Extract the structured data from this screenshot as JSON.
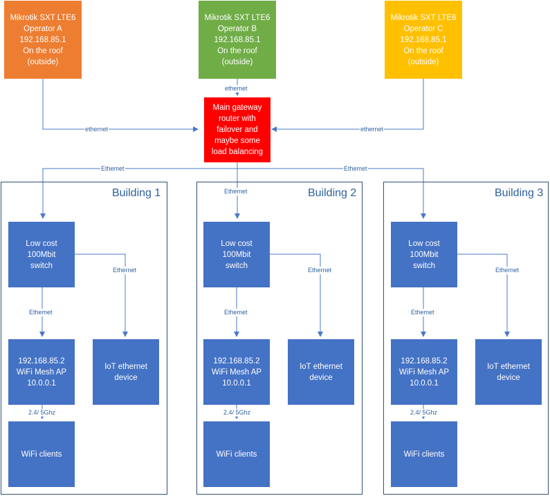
{
  "colors": {
    "operator_a": "#ed7d31",
    "operator_b": "#70ad47",
    "operator_c": "#ffc000",
    "gateway": "#ff0000",
    "node": "#4472c4",
    "line": "#4a78c8",
    "building_title": "#2e5f9e"
  },
  "operators": [
    {
      "label": "Mikrotik SXT LTE6\nOperator A\n192.168.85.1\nOn the roof\n(outside)"
    },
    {
      "label": "Mikrotik SXT LTE6\nOperator B\n192.168.85.1\nOn the roof\n(outside)"
    },
    {
      "label": "Mikrotik SXT LTE6\nOperator C\n192.168.85.1\nOn the roof\n(outside)"
    }
  ],
  "gateway": {
    "label": "Main gateway\nrouter with\nfailover and\nmaybe some\nload balancing"
  },
  "uplink_labels": {
    "a": "ethernet",
    "b": "ethemet",
    "c": "ethernet"
  },
  "distribution_labels": {
    "b1": "Ethemet",
    "b2": "Ethemet",
    "b3": "Ethemet"
  },
  "buildings": [
    {
      "title": "Building 1",
      "switch": "Low cost\n100Mbit\nswitch",
      "mesh_ap": "192.168.85.2\nWiFi Mesh AP\n10.0.0.1",
      "iot": "IoT ethernet\ndevice",
      "clients": "WiFi clients",
      "link_ap": "Ethemet",
      "link_iot": "Ethernet",
      "link_clients": "2.4/ 5Ghz"
    },
    {
      "title": "Building 2",
      "switch": "Low cost\n100Mbit\nswitch",
      "mesh_ap": "192.168.85.2\nWiFi Mesh AP\n10.0.0.1",
      "iot": "IoT ethernet\ndevice",
      "clients": "WiFi clients",
      "link_ap": "Ethemet",
      "link_iot": "Ethernet",
      "link_clients": "2.4/ 5Ghz"
    },
    {
      "title": "Building 3",
      "switch": "Low cost\n100Mbit\nswitch",
      "mesh_ap": "192.168.85.2\nWiFi Mesh AP\n10.0.0.1",
      "iot": "IoT ethernet\ndevice",
      "clients": "WiFi clients",
      "link_ap": "Ethemet",
      "link_iot": "Ethernet",
      "link_clients": "2.4/ 5Ghz"
    }
  ]
}
